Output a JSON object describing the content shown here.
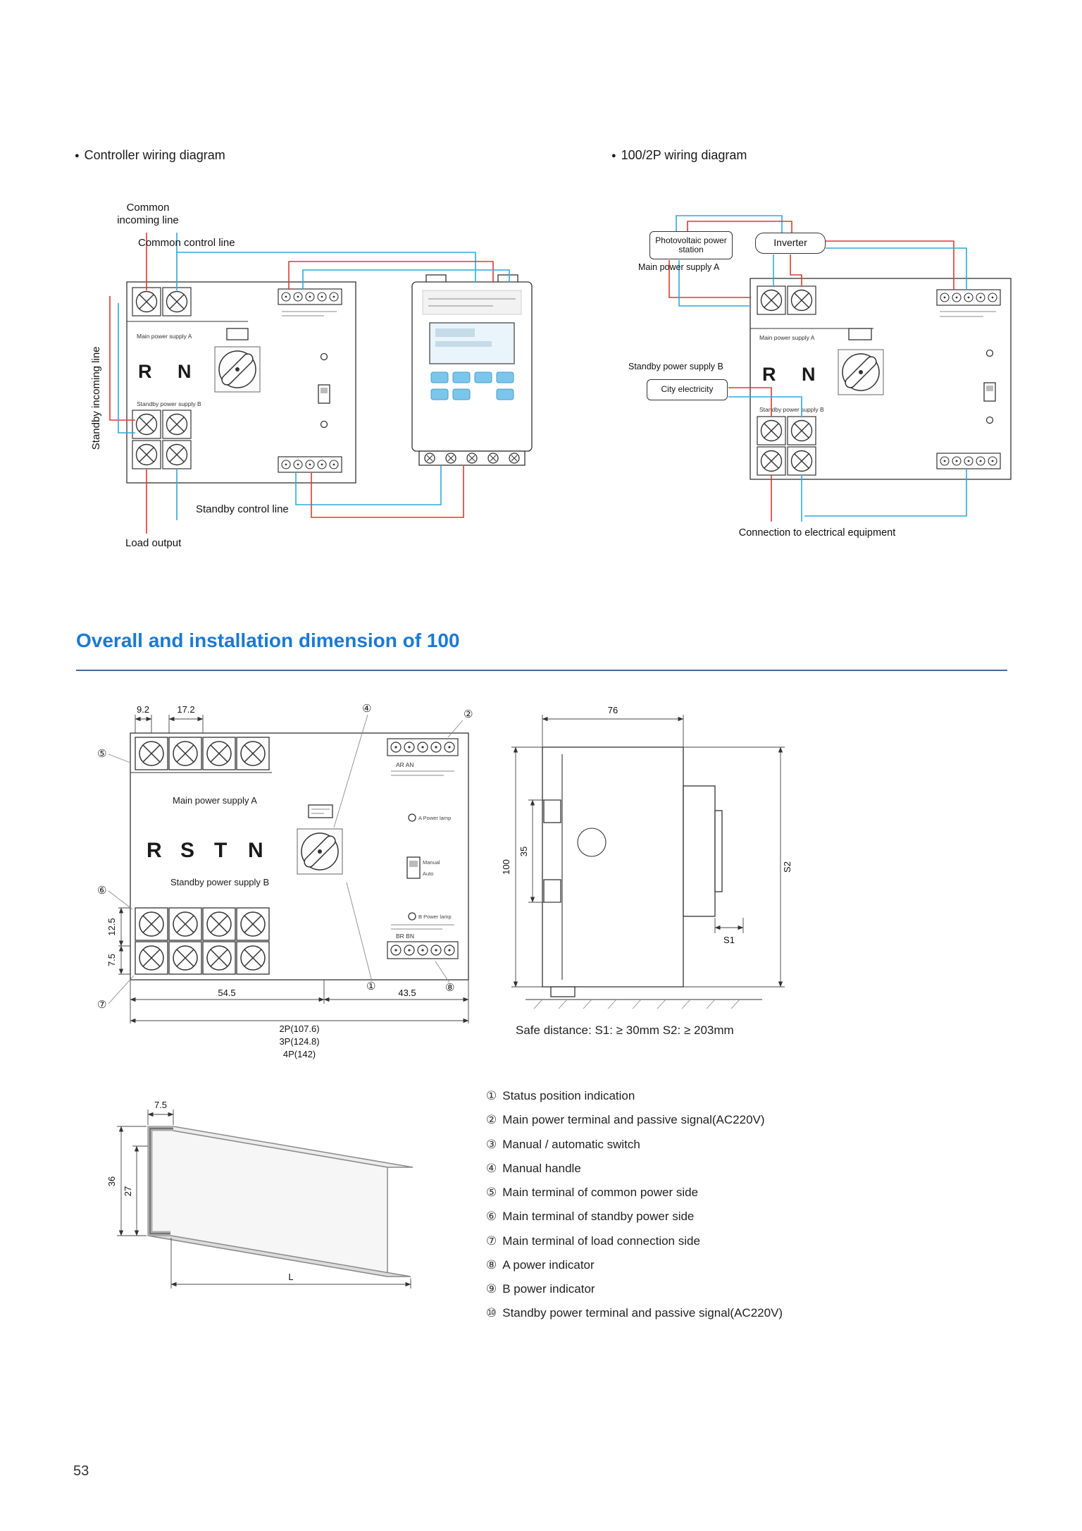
{
  "page": {
    "number": "53"
  },
  "colors": {
    "heading_blue": "#1b7ad2",
    "rule_blue": "#44679b",
    "wire_red": "#e0392f",
    "wire_blue": "#2fa8de",
    "button_blue": "#7cc6ec"
  },
  "headings": {
    "bullet": "●",
    "controller": "Controller wiring diagram",
    "wiring_2p": "100/2P wiring diagram",
    "dimension": "Overall and installation dimension of 100"
  },
  "controller_diagram": {
    "common_incoming": "Common incoming line",
    "common_control": "Common control line",
    "standby_incoming": "Standby incoming line",
    "standby_control": "Standby control line",
    "load_output": "Load output",
    "device": {
      "main_supply": "Main power supply A",
      "standby_supply": "Standby power supply B",
      "r": "R",
      "n": "N"
    }
  },
  "wiring_2p_diagram": {
    "photovoltaic": "Photovoltaic power station",
    "inverter": "Inverter",
    "main_supply": "Main power supply A",
    "standby_supply": "Standby power supply B",
    "city": "City electricity",
    "connection": "Connection to electrical equipment",
    "device": {
      "main_supply": "Main power supply A",
      "standby_supply": "Standby power supply B",
      "r": "R",
      "n": "N"
    }
  },
  "front_view": {
    "dim_9_2": "9.2",
    "dim_17_2": "17.2",
    "dim_12_5": "12.5",
    "dim_7_5": "7.5",
    "dim_54_5": "54.5",
    "dim_43_5": "43.5",
    "dim_2p": "2P(107.6)",
    "dim_3p": "3P(124.8)",
    "dim_4p": "4P(142)",
    "main_supply": "Main power supply A",
    "standby_supply": "Standby power supply B",
    "letters": {
      "r": "R",
      "s": "S",
      "t": "T",
      "n": "N"
    },
    "tiny": {
      "ar_an": "AR AN",
      "br_bn": "BR BN",
      "a_lamp": "A Power lamp",
      "b_lamp": "B Power lamp",
      "manual": "Manual",
      "auto": "Auto"
    },
    "callouts": {
      "c1": "①",
      "c2": "②",
      "c4": "④",
      "c5": "⑤",
      "c6": "⑥",
      "c7": "⑦",
      "c8": "⑧"
    }
  },
  "side_view": {
    "dim_76": "76",
    "dim_100": "100",
    "dim_35": "35",
    "s1": "S1",
    "s2": "S2"
  },
  "safe_distance": "Safe distance: S1: ≥ 30mm S2: ≥ 203mm",
  "din_rail": {
    "dim_7_5": "7.5",
    "dim_36": "36",
    "dim_27": "27",
    "dim_l": "L"
  },
  "legend": {
    "items": [
      {
        "num": "①",
        "label": "Status position indication"
      },
      {
        "num": "②",
        "label": "Main power terminal and passive signal(AC220V)"
      },
      {
        "num": "③",
        "label": "Manual / automatic switch"
      },
      {
        "num": "④",
        "label": "Manual handle"
      },
      {
        "num": "⑤",
        "label": "Main terminal of common power side"
      },
      {
        "num": "⑥",
        "label": "Main terminal of standby power side"
      },
      {
        "num": "⑦",
        "label": "Main terminal of load connection side"
      },
      {
        "num": "⑧",
        "label": "A power indicator"
      },
      {
        "num": "⑨",
        "label": "B power indicator"
      },
      {
        "num": "⑩",
        "label": "Standby power terminal and passive signal(AC220V)"
      }
    ]
  }
}
